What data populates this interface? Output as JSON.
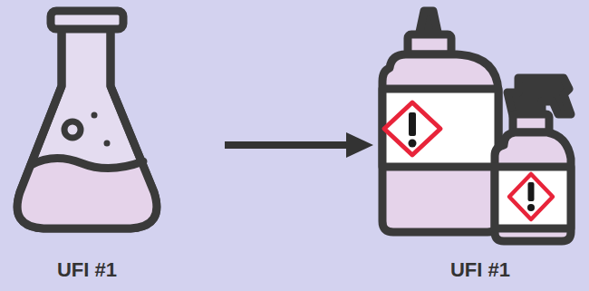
{
  "diagram": {
    "nodes": [
      {
        "text": [
          "UFI #1"
        ]
      },
      {
        "text": [
          "UFI #1"
        ]
      }
    ],
    "edges": [
      {
        "from": 0,
        "to": 1,
        "arrow": "to"
      }
    ]
  }
}
